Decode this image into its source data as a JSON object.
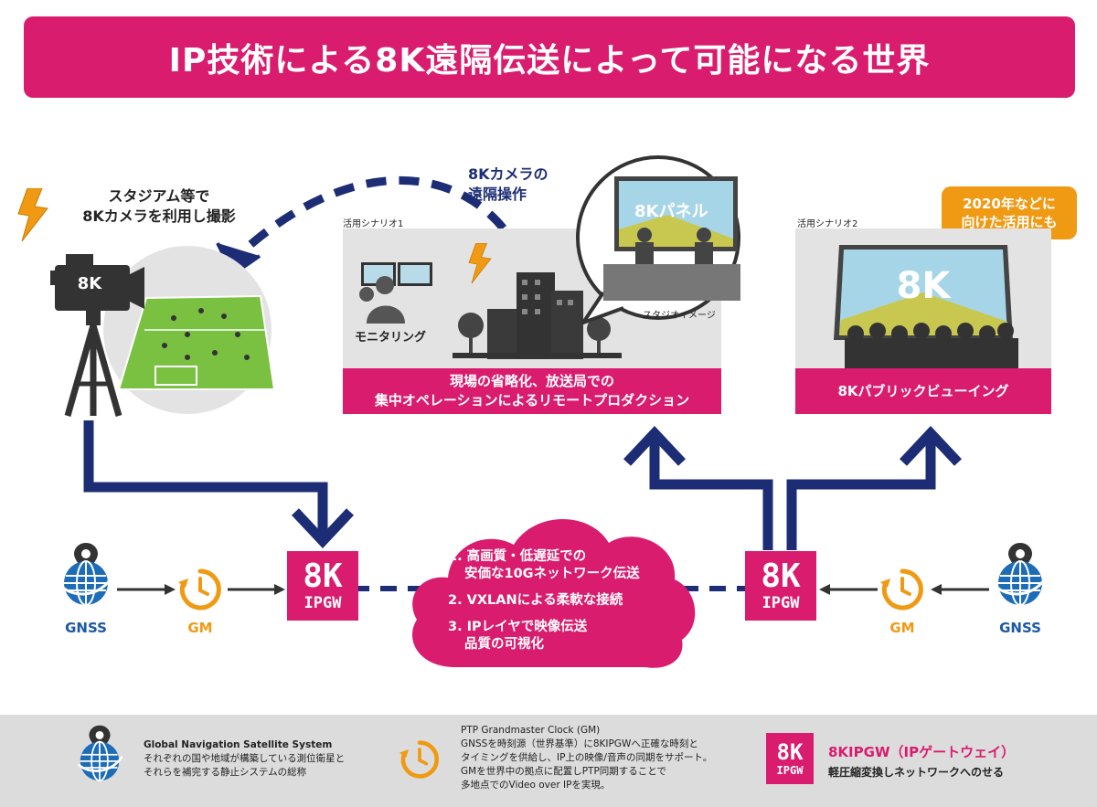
{
  "title": "IP技術による8K遠隔伝送によって可能になる世界",
  "stadium_caption": [
    "スタジアム等で",
    "8Kカメラを利用し撮影"
  ],
  "camera_badge": "8K",
  "remote_caption": [
    "8Kカメラの",
    "遠隔操作"
  ],
  "scenario1": {
    "label": "活用シナリオ1",
    "monitoring": "モニタリング",
    "panel": "8Kパネル",
    "studio": "スタジオイメージ",
    "band": [
      "現場の省略化、放送局での",
      "集中オペレーションによるリモートプロダクション"
    ]
  },
  "scenario2": {
    "label": "活用シナリオ2",
    "callout": [
      "2020年などに",
      "向けた活用にも"
    ],
    "screen": "8K",
    "band": "8Kパブリックビューイング"
  },
  "ipgw": {
    "big": "8K",
    "small": "IPGW"
  },
  "cloud_items": [
    [
      "1. 高画質・低遅延での",
      "安価な10Gネットワーク伝送"
    ],
    [
      "2. VXLANによる柔軟な接続"
    ],
    [
      "3. IPレイヤで映像伝送",
      "品質の可視化"
    ]
  ],
  "gnss_label": "GNSS",
  "gm_label": "GM",
  "footer": {
    "gnss_title": "Global Navigation Satellite System",
    "gnss_desc": [
      "それぞれの国や地域が構築している測位衛星と",
      "それらを補完する静止システムの総称"
    ],
    "gm_title": "PTP Grandmaster Clock (GM)",
    "gm_desc": [
      "GNSSを時刻源（世界基準）に8KIPGWへ正確な時刻と",
      "タイミングを供給し、IP上の映像/音声の同期をサポート。",
      "GMを世界中の拠点に配置しPTP同期することで",
      "多地点でのVideo over IPを実現。"
    ],
    "ipgw_title": "8KIPGW（IPゲートウェイ）",
    "ipgw_desc": "軽圧縮変換しネットワークへのせる"
  },
  "colors": {
    "magenta": "#d91c6e",
    "navy": "#1d2d75",
    "blue": "#1c58a8",
    "orange": "#f09a14",
    "green": "#7ac142"
  }
}
